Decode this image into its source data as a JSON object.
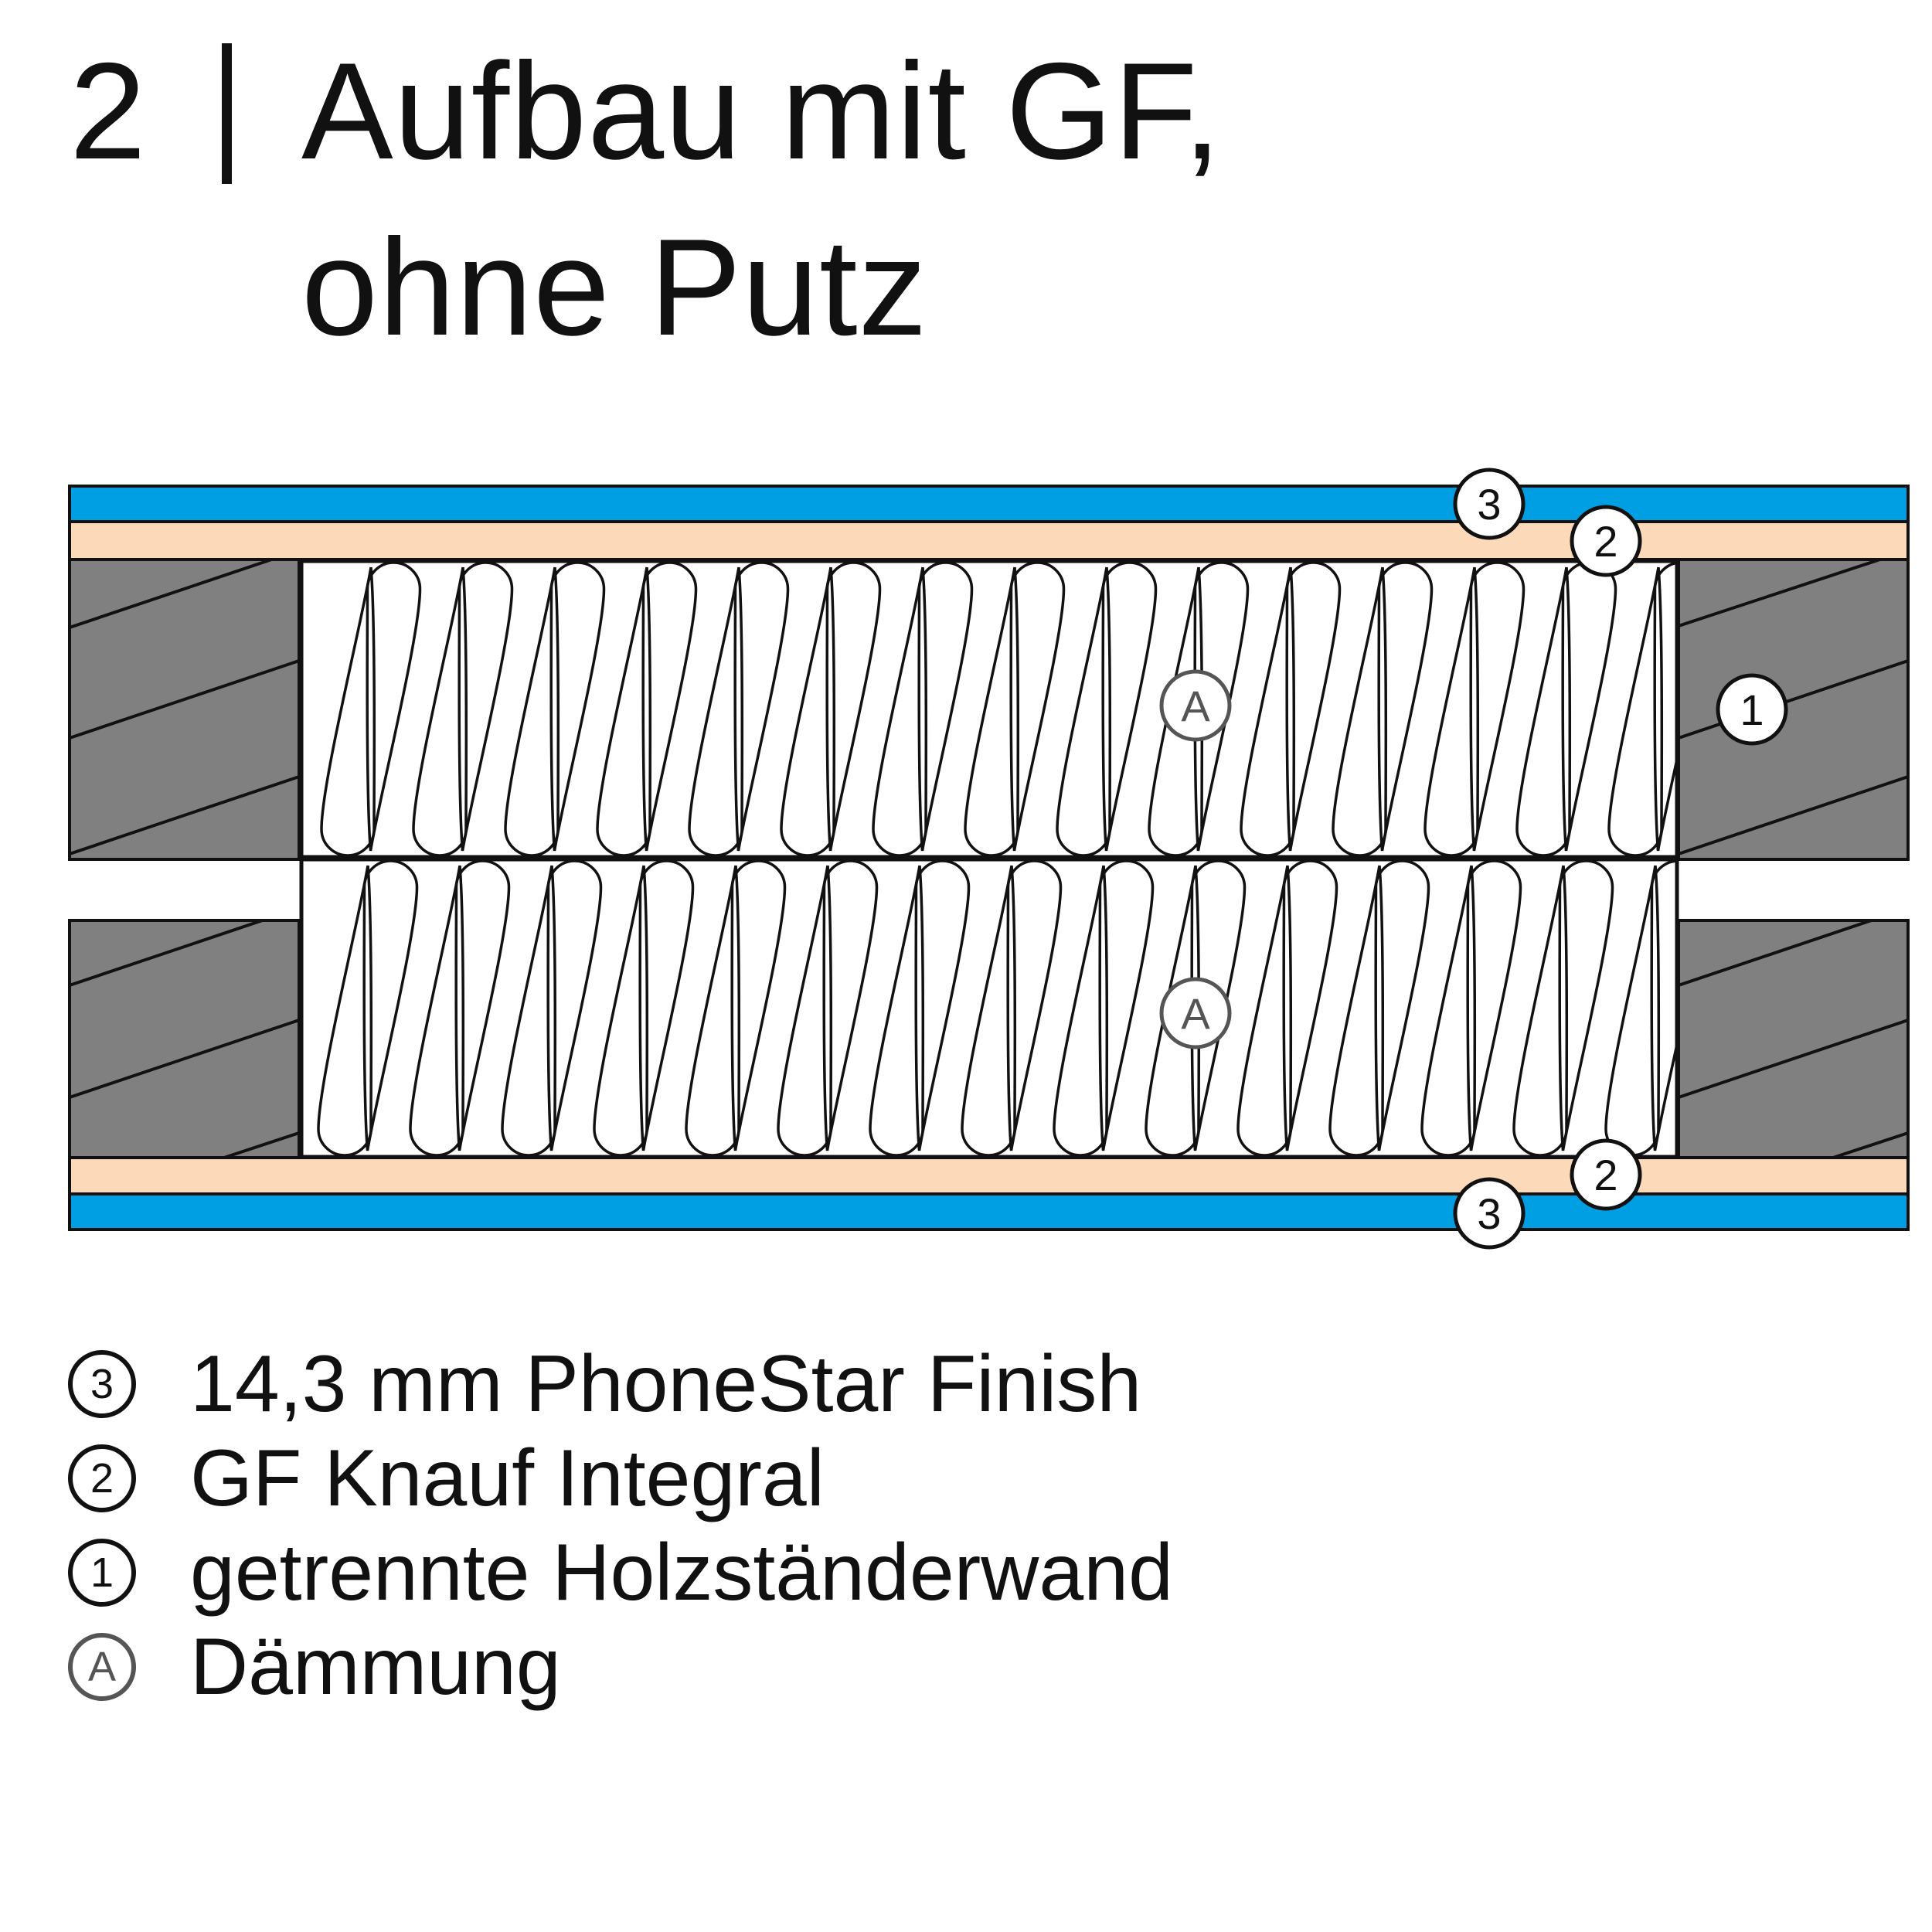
{
  "title": {
    "number": "2",
    "separator": "|",
    "line1": "Aufbau mit GF,",
    "line2": "ohne Putz"
  },
  "colors": {
    "finish_board": "#009fe3",
    "gf_board": "#fcd9b8",
    "stud": "#808080",
    "insulation": "#ffffff",
    "outline": "#111111"
  },
  "markers": {
    "finish": "3",
    "gf": "2",
    "wall": "1",
    "insulation": "A"
  },
  "legend": [
    {
      "marker": "3",
      "text": "14,3 mm PhoneStar Finish"
    },
    {
      "marker": "2",
      "text": "GF Knauf Integral"
    },
    {
      "marker": "1",
      "text": "getrennte Holzständerwand"
    },
    {
      "marker": "A",
      "text": "Dämmung"
    }
  ]
}
